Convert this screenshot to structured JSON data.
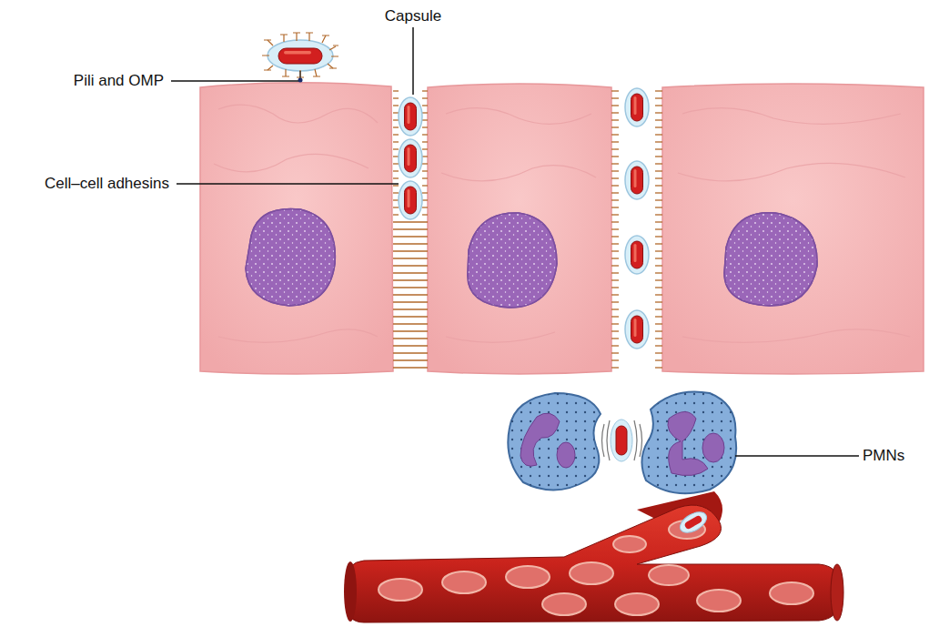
{
  "diagram": {
    "labels": [
      "Capsule",
      "Pili and OMP",
      "Cell–cell adhesins",
      "PMNs"
    ]
  }
}
